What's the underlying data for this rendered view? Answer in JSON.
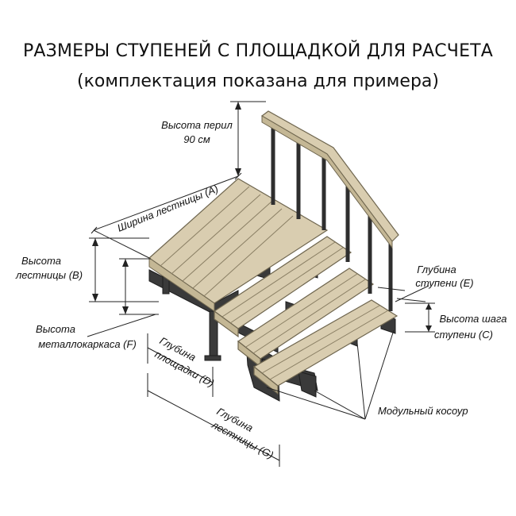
{
  "title": {
    "line1": "РАЗМЕРЫ СТУПЕНЕЙ С ПЛОЩАДКОЙ ДЛЯ РАСЧЕТА",
    "line2": "(комплектация показана для примера)"
  },
  "labels": {
    "rail_height_l1": "Высота перил",
    "rail_height_l2": "90 см",
    "width_a": "Ширина лестницы (A)",
    "height_b_l1": "Высота",
    "height_b_l2": "лестницы (B)",
    "height_f_l1": "Высота",
    "height_f_l2": "металлокаркаса (F)",
    "depth_d_l1": "Глубина",
    "depth_d_l2": "площадки (D)",
    "depth_g_l1": "Глубина",
    "depth_g_l2": "лестницы (G)",
    "tread_e_l1": "Глубина",
    "tread_e_l2": "ступени (E)",
    "step_c_l1": "Высота шага",
    "step_c_l2": "ступени (C)",
    "stringer": "Модульный косоур"
  },
  "colors": {
    "wood": "#d9cdb0",
    "wood_edge": "#b8aa8a",
    "frame": "#3a3a3a",
    "line": "#222222"
  }
}
